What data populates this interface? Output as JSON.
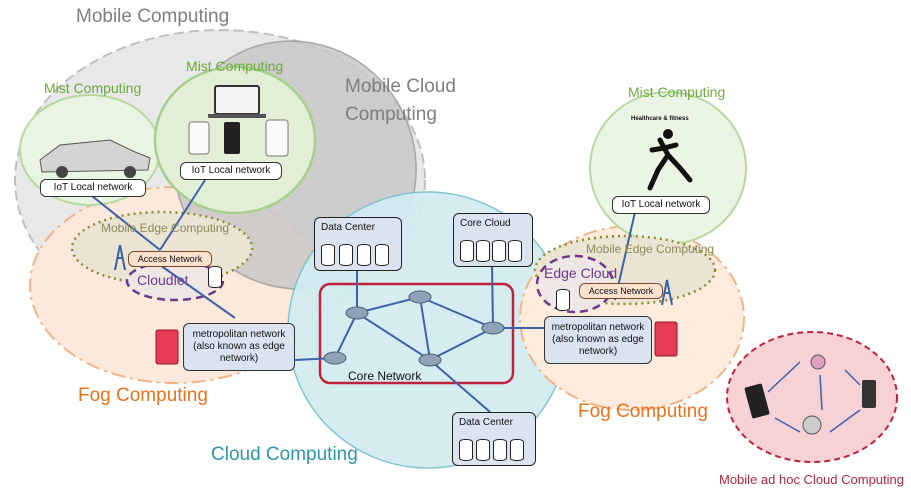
{
  "labels": {
    "mobile_computing": "Mobile Computing",
    "mist_computing_left": "Mist Computing",
    "mist_computing_mid": "Mist Computing",
    "mist_computing_right": "Mist Computing",
    "mobile_cloud_line1": "Mobile Cloud",
    "mobile_cloud_line2": "Computing",
    "mobile_edge_left": "Mobile Edge Computing",
    "mobile_edge_right": "Mobile Edge Computing",
    "cloudlet": "Cloudlet",
    "edge_cloud": "Edge Cloud",
    "fog_left": "Fog Computing",
    "fog_right": "Fog Computing",
    "cloud_computing": "Cloud Computing",
    "core_network": "Core Network",
    "manet": "Mobile ad hoc Cloud Computing",
    "healthcare": "Healthcare & fitness"
  },
  "boxes": {
    "iot_left": "IoT Local network",
    "iot_mid": "IoT Local network",
    "iot_right": "IoT Local network",
    "access_left": "Access Network",
    "access_right": "Access Network",
    "metro_left": "metropolitan network (also known as edge network)",
    "metro_right": "metropolitan network (also known as edge network)"
  },
  "datacenters": {
    "dc_top": "Data Center",
    "core_cloud": "Core Cloud",
    "dc_bottom": "Data Center"
  },
  "colors": {
    "mobile_grey": "#e6e6e6",
    "mist_green": "#e6f2dc",
    "fog_peach": "#fde8d8",
    "cloud_teal": "#d6eef2",
    "core_red": "#c0223b",
    "manet_pink": "#f6d2d6",
    "link_blue": "#3d62a8"
  }
}
